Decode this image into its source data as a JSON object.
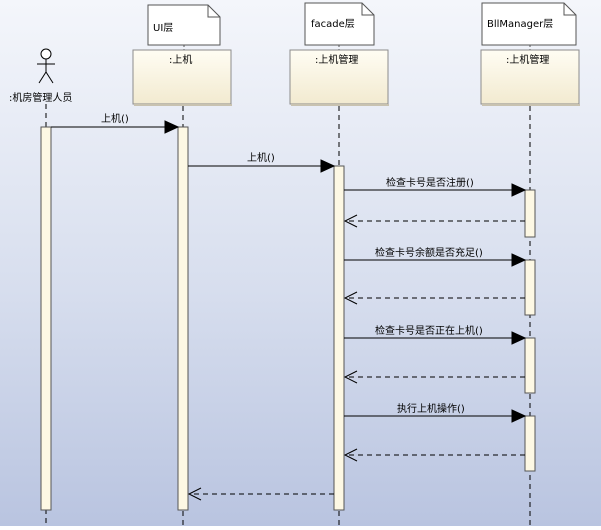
{
  "notes": {
    "ui": "UI层",
    "facade": "facade层",
    "bll": "BllManager层"
  },
  "lifelines": {
    "actor": ":机房管理人员",
    "ui": ":上机",
    "facade": ":上机管理",
    "bll": ":上机管理"
  },
  "messages": {
    "m1": "上机()",
    "m2": "上机()",
    "m3": "检查卡号是否注册()",
    "m4": "检查卡号余额是否充足()",
    "m5": "检查卡号是否正在上机()",
    "m6": "执行上机操作()"
  },
  "colors": {
    "box_fill": "#fdf8e4",
    "box_stroke": "#8c8c8c",
    "line": "#000000"
  }
}
